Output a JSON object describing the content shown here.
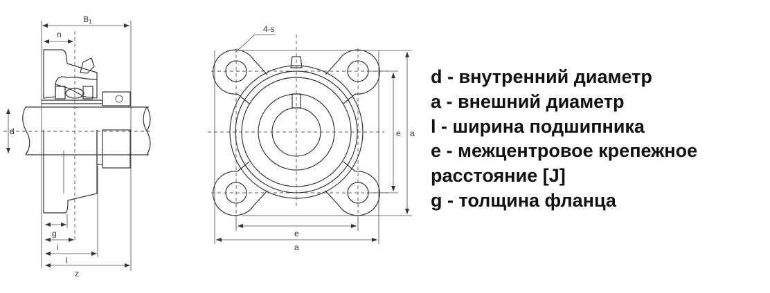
{
  "side_view": {
    "labels": {
      "B": "B",
      "B_sub": "1",
      "n": "n",
      "d": "d",
      "g": "g",
      "i": "i",
      "l": "l",
      "z": "z"
    }
  },
  "front_view": {
    "labels": {
      "holes": "4-s",
      "e_horizontal": "e",
      "a_horizontal": "a",
      "e_vertical": "e",
      "a_vertical": "a"
    }
  },
  "legend": [
    "d - внутренний диаметр",
    "a - внешний диаметр",
    "l - ширина подшипника",
    "e - межцентровое крепежное",
    "расстояние [J]",
    "g - толщина фланца"
  ]
}
